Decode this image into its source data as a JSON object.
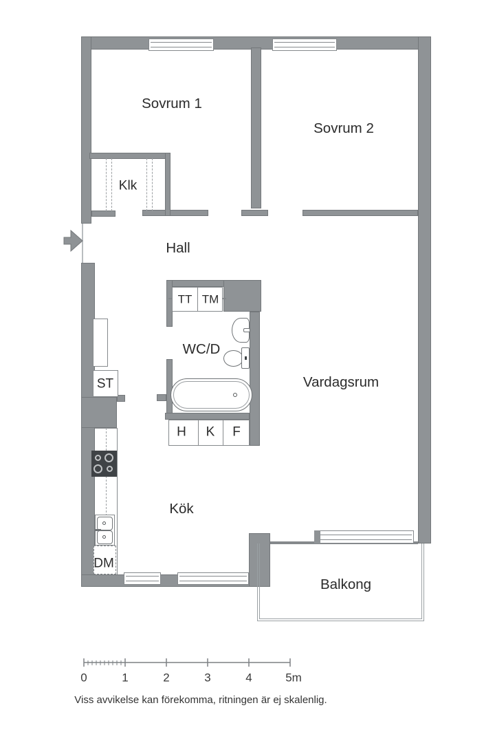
{
  "floorplan": {
    "rooms": {
      "sovrum1": "Sovrum 1",
      "sovrum2": "Sovrum 2",
      "klk": "Klk",
      "hall": "Hall",
      "wcd": "WC/D",
      "vardagsrum": "Vardagsrum",
      "kok": "Kök",
      "balkong": "Balkong"
    },
    "appliances": {
      "tt": "TT",
      "tm": "TM",
      "st": "ST",
      "h": "H",
      "k": "K",
      "f": "F",
      "dm": "DM"
    },
    "scale": {
      "tick0": "0",
      "tick1": "1",
      "tick2": "2",
      "tick3": "3",
      "tick4": "4",
      "tick5": "5m"
    },
    "disclaimer": "Viss avvikelse kan förekomma, ritningen är ej skalenlig.",
    "colors": {
      "wall": "#8f9396",
      "wall_edge": "#74787b",
      "line": "#85898c",
      "stove": "#3f4346",
      "text": "#2b2b2b"
    }
  }
}
